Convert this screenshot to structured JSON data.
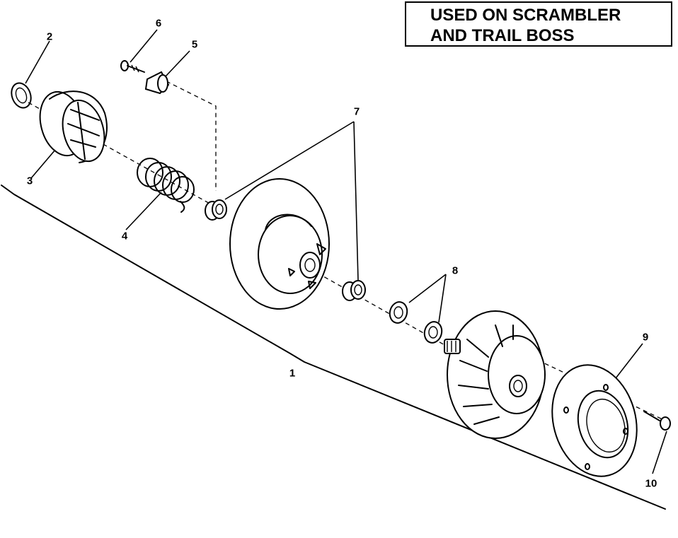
{
  "note": {
    "line1": "USED ON SCRAMBLER",
    "line2": "AND TRAIL BOSS"
  },
  "callouts": {
    "c1": "1",
    "c2": "2",
    "c3": "3",
    "c4": "4",
    "c5": "5",
    "c6": "6",
    "c7": "7",
    "c8": "8",
    "c9": "9",
    "c10": "10"
  },
  "colors": {
    "ink": "#000000",
    "paper": "#ffffff"
  }
}
